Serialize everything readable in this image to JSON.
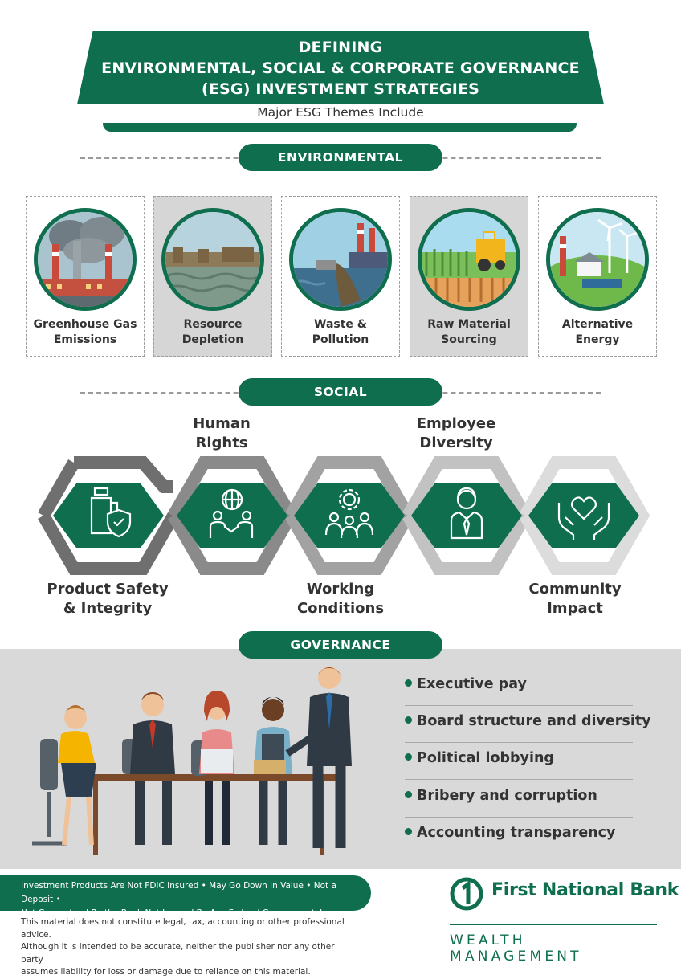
{
  "header": {
    "title_lines": [
      "DEFINING",
      "ENVIRONMENTAL, SOCIAL & CORPORATE GOVERNANCE",
      "(ESG) INVESTMENT STRATEGIES"
    ],
    "subtitle": "Major ESG Themes Include"
  },
  "sections": {
    "environmental": "ENVIRONMENTAL",
    "social": "SOCIAL",
    "governance": "GOVERNANCE"
  },
  "environmental": {
    "items": [
      {
        "label": "Greenhouse Gas\nEmissions",
        "icon": "factory-smoke-icon"
      },
      {
        "label": "Resource\nDepletion",
        "icon": "dry-lake-icon"
      },
      {
        "label": "Waste &\nPollution",
        "icon": "pollution-pipe-icon"
      },
      {
        "label": "Raw Material\nSourcing",
        "icon": "harvester-icon"
      },
      {
        "label": "Alternative\nEnergy",
        "icon": "wind-solar-icon"
      }
    ]
  },
  "social": {
    "items": [
      {
        "label": "Product Safety\n& Integrity",
        "icon": "bottle-shield-icon"
      },
      {
        "label": "Human\nRights",
        "icon": "globe-people-icon"
      },
      {
        "label": "Working\nConditions",
        "icon": "gear-team-icon"
      },
      {
        "label": "Employee\nDiversity",
        "icon": "employee-icon"
      },
      {
        "label": "Community\nImpact",
        "icon": "hands-heart-icon"
      }
    ]
  },
  "governance": {
    "items": [
      "Executive pay",
      "Board structure and diversity",
      "Political lobbying",
      "Bribery and corruption",
      "Accounting transparency"
    ]
  },
  "footer": {
    "notice_lines": [
      "Investment Products Are Not FDIC Insured • May Go Down in Value • Not a Deposit •",
      "Not Guaranteed By the Bank Not Insured By Any Federal Government Agency"
    ],
    "disclaimer_lines": [
      "This material does not constitute legal, tax, accounting or other professional advice.",
      "Although it is intended to be accurate, neither the publisher nor any other party",
      "assumes liability for loss or damage due to reliance on this material."
    ],
    "bank_name": "First National Bank",
    "bank_sub": "WEALTH MANAGEMENT"
  },
  "colors": {
    "brand_green": "#0e6e4e",
    "gray_band": "#d9d9d9"
  }
}
